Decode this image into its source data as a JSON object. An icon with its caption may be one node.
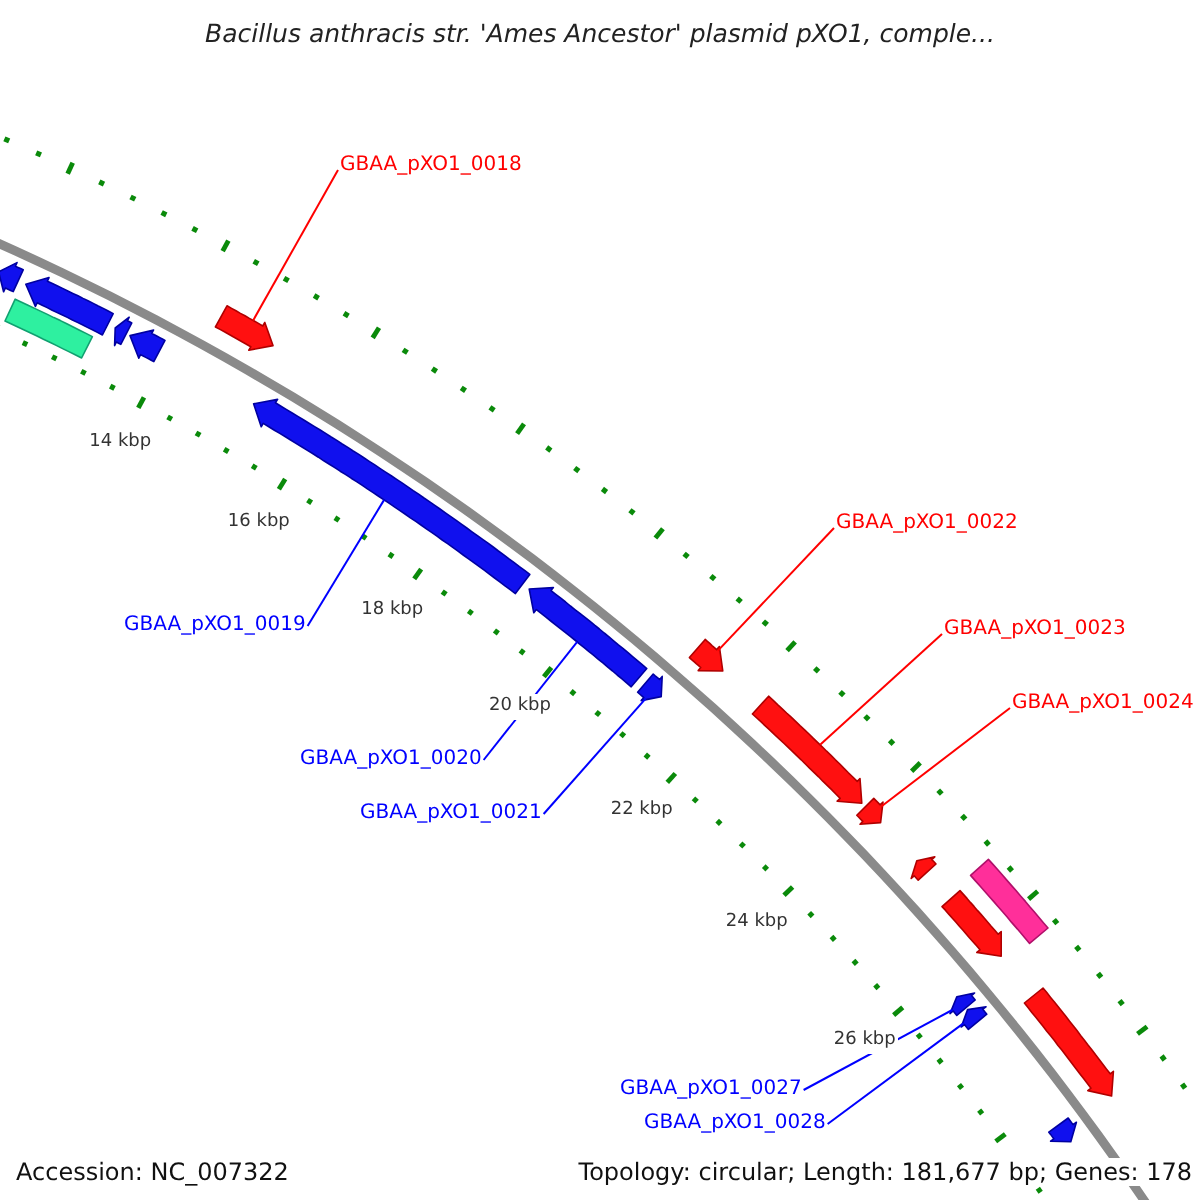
{
  "diagram": {
    "title": "Bacillus anthracis str. 'Ames Ancestor' plasmid pXO1, comple...",
    "nodes": [
      {
        "text": [
          "GBAA_pXO1_0018"
        ]
      },
      {
        "text": [],
        "shape": "arrow"
      },
      {
        "text": [
          "GBAA_pXO1_0022"
        ]
      },
      {
        "text": [],
        "shape": "arrow"
      },
      {
        "text": [
          "GBAA_pXO1_0023"
        ]
      },
      {
        "text": [],
        "shape": "arrow"
      },
      {
        "text": [
          "GBAA_pXO1_0019"
        ]
      },
      {
        "text": [],
        "shape": "arrow"
      },
      {
        "text": [
          "GBAA_pXO1_0024"
        ]
      },
      {
        "text": [],
        "shape": "arrow"
      },
      {
        "text": [
          "GBAA_pXO1_0020"
        ]
      },
      {
        "text": [],
        "shape": "arrow"
      },
      {
        "text": [
          "GBAA_pXO1_0021"
        ]
      },
      {
        "text": [],
        "shape": "arrow"
      },
      {
        "text": [
          "GBAA_pXO1_0027"
        ]
      },
      {
        "text": [],
        "shape": "arrow"
      },
      {
        "text": [
          "GBAA_pXO1_0028"
        ]
      },
      {
        "text": [],
        "shape": "arrow"
      },
      {
        "text": [],
        "shape": "arrow"
      },
      {
        "text": [],
        "shape": "arrow"
      },
      {
        "text": [],
        "shape": "bar"
      },
      {
        "text": [],
        "shape": "arrow"
      },
      {
        "text": [],
        "shape": "arrow"
      },
      {
        "text": [],
        "shape": "arrow"
      },
      {
        "text": [],
        "shape": "bar"
      },
      {
        "text": [],
        "shape": "arrow"
      },
      {
        "text": [],
        "shape": "arrow"
      },
      {
        "text": [],
        "shape": "arrow"
      }
    ],
    "edges": [
      {
        "from": 0,
        "to": 1,
        "arrow": "none",
        "color": "#ff0000"
      },
      {
        "from": 2,
        "to": 3,
        "arrow": "none",
        "color": "#ff0000"
      },
      {
        "from": 4,
        "to": 5,
        "arrow": "none",
        "color": "#ff0000"
      },
      {
        "from": 6,
        "to": 7,
        "arrow": "none"
      },
      {
        "from": 8,
        "to": 9,
        "arrow": "none",
        "color": "#ff0000"
      },
      {
        "from": 10,
        "to": 11,
        "arrow": "none"
      },
      {
        "from": 12,
        "to": 13,
        "arrow": "none"
      },
      {
        "from": 14,
        "to": 15,
        "arrow": "none"
      },
      {
        "from": 16,
        "to": 17,
        "arrow": "none"
      }
    ],
    "labels": [
      "14 kbp",
      "16 kbp",
      "18 kbp",
      "20 kbp",
      "22 kbp",
      "24 kbp",
      "26 kbp",
      "Accession: NC_007322",
      "Topology: circular; Length: 181,677 bp; Genes: 178"
    ]
  }
}
